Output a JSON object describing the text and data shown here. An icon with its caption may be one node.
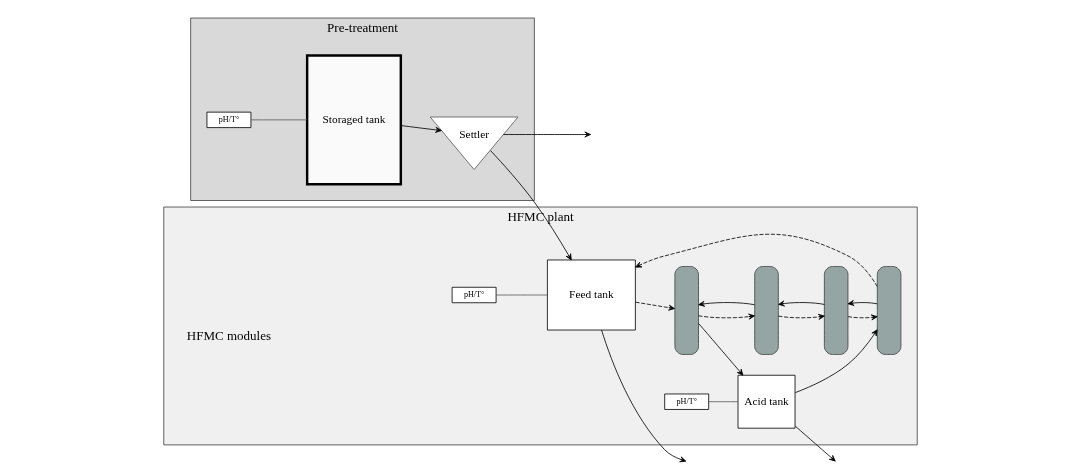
{
  "diagram": {
    "nodes": [
      {
        "text": [
          "Pre-treatment"
        ]
      },
      {
        "text": [
          "pH/T°"
        ],
        "in": 0
      },
      {
        "text": [
          "Storaged tank"
        ],
        "in": 0
      },
      {
        "text": [
          "Settler"
        ],
        "in": 0
      },
      {
        "text": [
          "HFMC plant"
        ]
      },
      {
        "text": [
          "pH/T°"
        ],
        "in": 4
      },
      {
        "text": [
          "Feed tank"
        ],
        "in": 4
      },
      {
        "text": [],
        "shape": "box",
        "in": 4
      },
      {
        "text": [],
        "shape": "box",
        "in": 4
      },
      {
        "text": [],
        "shape": "box",
        "in": 4
      },
      {
        "text": [],
        "shape": "box",
        "in": 4
      },
      {
        "text": [
          "pH/T°"
        ],
        "in": 4
      },
      {
        "text": [
          "Acid tank"
        ],
        "in": 4
      }
    ],
    "edges": [
      {
        "from": 1,
        "to": 2,
        "arrow": "none",
        "color": "#595959"
      },
      {
        "from": 2,
        "to": 3,
        "arrow": "to"
      },
      {
        "from": 3,
        "to": null,
        "arrow": "to"
      },
      {
        "from": 3,
        "to": 6,
        "arrow": "to"
      },
      {
        "from": 5,
        "to": 6,
        "arrow": "none",
        "color": "#595959"
      },
      {
        "from": 6,
        "to": null,
        "arrow": "to"
      },
      {
        "from": 6,
        "to": 7,
        "arrow": "to",
        "style": "dashed"
      },
      {
        "from": 7,
        "to": 8,
        "arrow": "to",
        "style": "dashed"
      },
      {
        "from": 8,
        "to": 9,
        "arrow": "to",
        "style": "dashed"
      },
      {
        "from": 9,
        "to": 10,
        "arrow": "to",
        "style": "dashed"
      },
      {
        "from": 10,
        "to": 6,
        "arrow": "to",
        "style": "dashed"
      },
      {
        "from": 12,
        "to": 10,
        "arrow": "to"
      },
      {
        "from": 10,
        "to": 9,
        "arrow": "to"
      },
      {
        "from": 9,
        "to": 8,
        "arrow": "to"
      },
      {
        "from": 8,
        "to": 7,
        "arrow": "to"
      },
      {
        "from": 7,
        "to": 12,
        "arrow": "to"
      },
      {
        "from": 11,
        "to": 12,
        "arrow": "none",
        "color": "#595959"
      },
      {
        "from": 12,
        "to": null,
        "arrow": "to"
      }
    ],
    "labels": [
      "HFMC modules"
    ]
  }
}
